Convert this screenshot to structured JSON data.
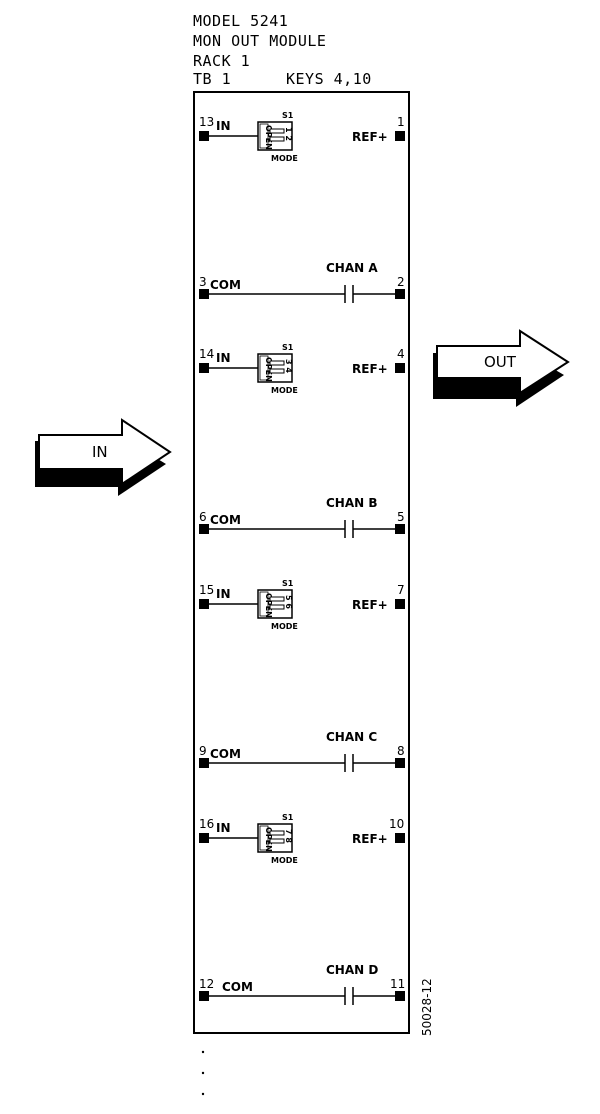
{
  "header": {
    "model": "MODEL 5241",
    "module": "MON OUT MODULE",
    "rack": "RACK 1",
    "tb": "TB 1",
    "keys": "KEYS 4,10"
  },
  "arrows": {
    "in_label": "IN",
    "out_label": "OUT"
  },
  "switch_blocks": [
    {
      "in_terminal": "13",
      "in_label": "IN",
      "ref_terminal": "1",
      "ref_label": "REF+",
      "switch_label": "S1",
      "mode_label": "MODE",
      "open_label": "OPEN",
      "pos_label": "1 2"
    },
    {
      "in_terminal": "14",
      "in_label": "IN",
      "ref_terminal": "4",
      "ref_label": "REF+",
      "switch_label": "S1",
      "mode_label": "MODE",
      "open_label": "OPEN",
      "pos_label": "3 4"
    },
    {
      "in_terminal": "15",
      "in_label": "IN",
      "ref_terminal": "7",
      "ref_label": "REF+",
      "switch_label": "S1",
      "mode_label": "MODE",
      "open_label": "OPEN",
      "pos_label": "5 6"
    },
    {
      "in_terminal": "16",
      "in_label": "IN",
      "ref_terminal": "10",
      "ref_label": "REF+",
      "switch_label": "S1",
      "mode_label": "MODE",
      "open_label": "OPEN",
      "pos_label": "7 8"
    }
  ],
  "channels": [
    {
      "com_terminal": "3",
      "com_label": "COM",
      "chan_label": "CHAN A",
      "chan_terminal": "2"
    },
    {
      "com_terminal": "6",
      "com_label": "COM",
      "chan_label": "CHAN B",
      "chan_terminal": "5"
    },
    {
      "com_terminal": "9",
      "com_label": "COM",
      "chan_label": "CHAN C",
      "chan_terminal": "8"
    },
    {
      "com_terminal": "12",
      "com_label": "COM",
      "chan_label": "CHAN D",
      "chan_terminal": "11"
    }
  ],
  "drawing_number": "50028-12"
}
